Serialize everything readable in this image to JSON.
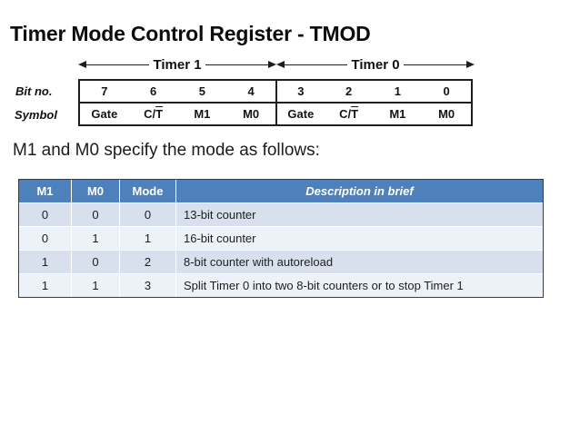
{
  "title": "Timer Mode Control Register - TMOD",
  "register": {
    "timer1_label": "Timer 1",
    "timer0_label": "Timer 0",
    "bit_no_label": "Bit no.",
    "symbol_label": "Symbol",
    "bit_numbers": [
      "7",
      "6",
      "5",
      "4",
      "3",
      "2",
      "1",
      "0"
    ],
    "symbols": [
      {
        "pre": "Gate",
        "over": ""
      },
      {
        "pre": "C/",
        "over": "T"
      },
      {
        "pre": "M1",
        "over": ""
      },
      {
        "pre": "M0",
        "over": ""
      },
      {
        "pre": "Gate",
        "over": ""
      },
      {
        "pre": "C/",
        "over": "T"
      },
      {
        "pre": "M1",
        "over": ""
      },
      {
        "pre": "M0",
        "over": ""
      }
    ]
  },
  "subtitle": "M1 and M0 specify the mode as follows:",
  "mode_table": {
    "headers": [
      "M1",
      "M0",
      "Mode",
      "Description in brief"
    ],
    "rows": [
      [
        "0",
        "0",
        "0",
        "13-bit counter"
      ],
      [
        "0",
        "1",
        "1",
        "16-bit counter"
      ],
      [
        "1",
        "0",
        "2",
        "8-bit counter with autoreload"
      ],
      [
        "1",
        "1",
        "3",
        "Split Timer 0 into two 8-bit counters or to stop Timer 1"
      ]
    ]
  },
  "colors": {
    "table_header_bg": "#4e81bc",
    "table_header_text": "#ffffff",
    "row_band_dark": "#d8e0ee",
    "row_band_light": "#edf1f8",
    "title_color": "#0d0d0d",
    "line_color": "#1f1f1f"
  }
}
